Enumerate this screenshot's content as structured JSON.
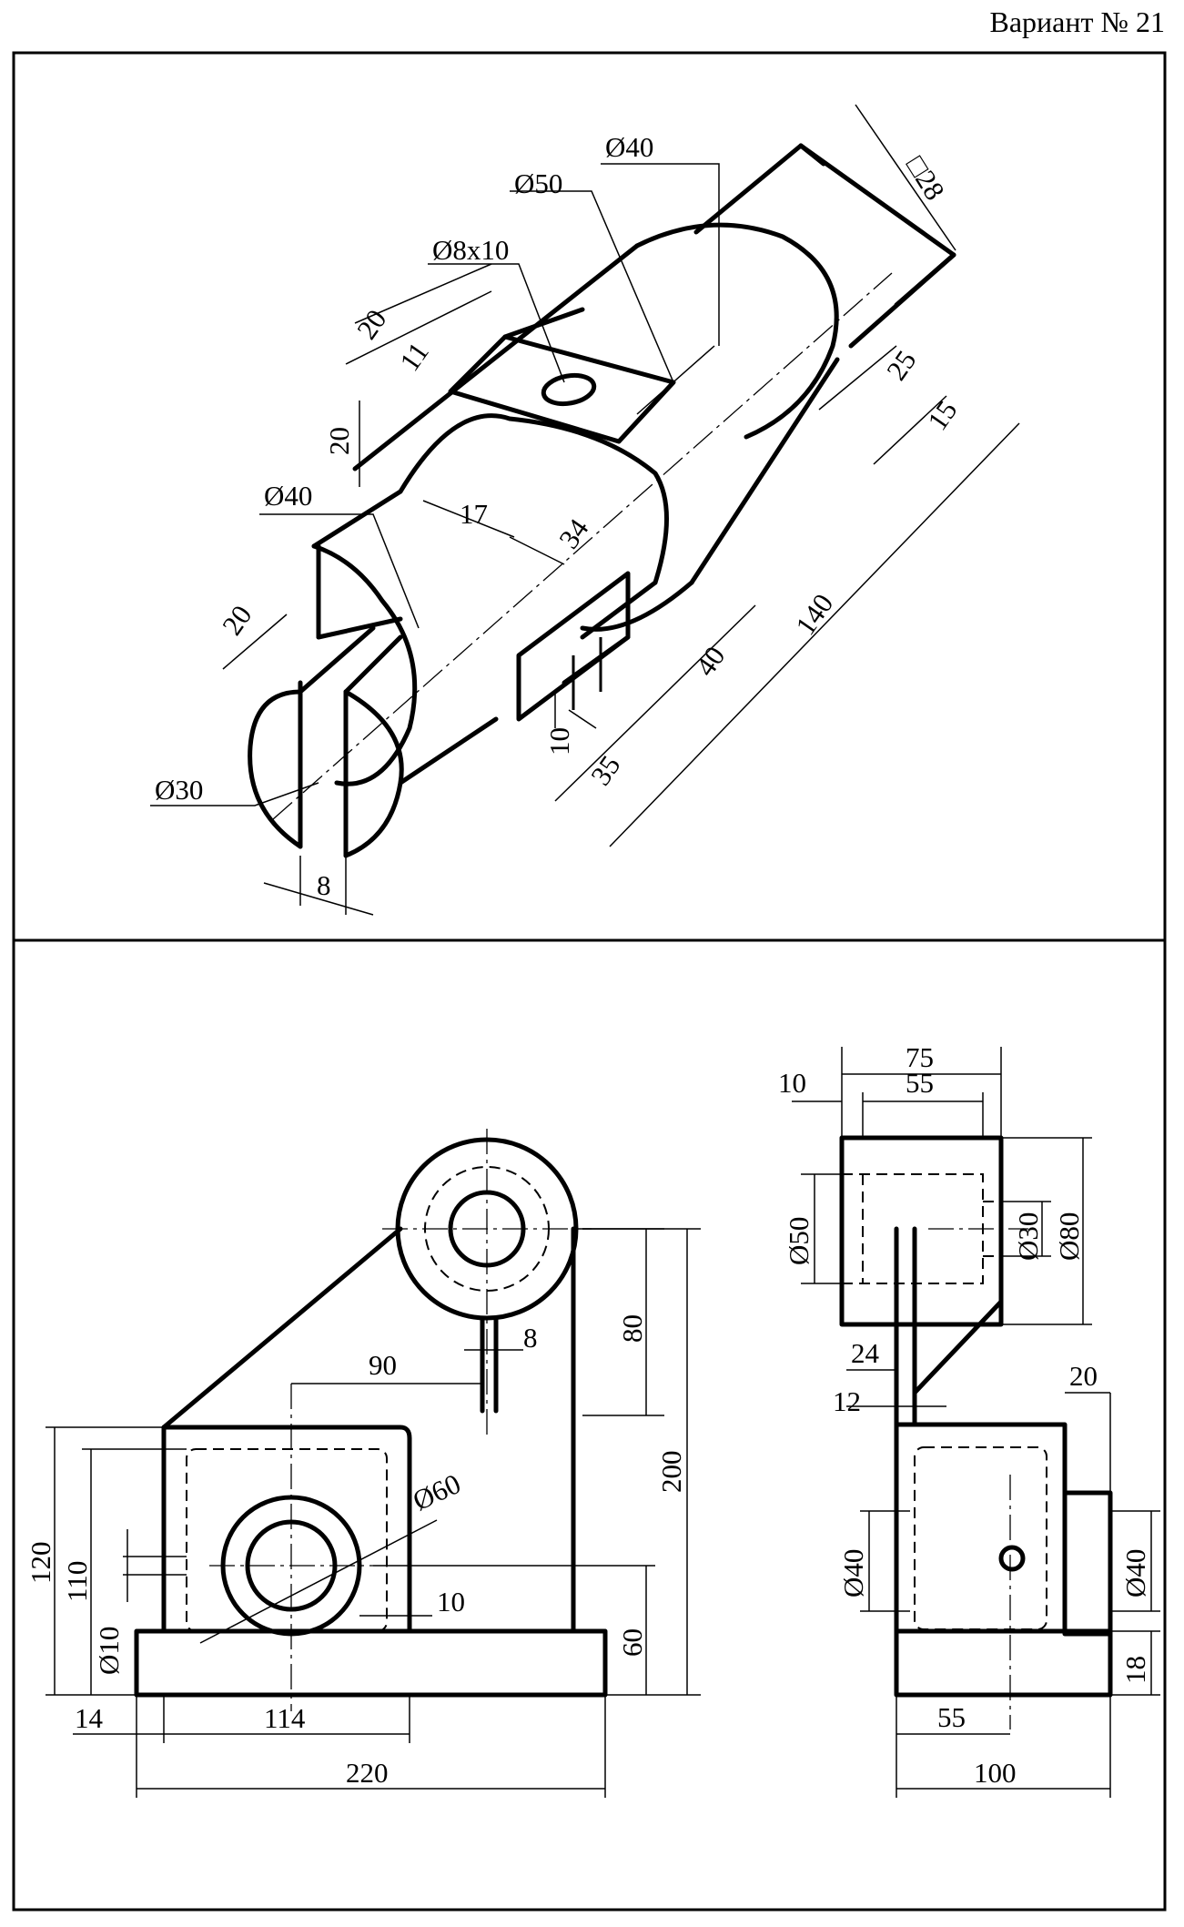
{
  "title": "Вариант № 21",
  "isometric": {
    "labels": {
      "d40_top": "Ø40",
      "sq28": "□28",
      "d50": "Ø50",
      "d8x10": "Ø8x10",
      "d40_left": "Ø40",
      "d30": "Ø30",
      "d20a": "20",
      "d11": "11",
      "d20b": "20",
      "d20c": "20",
      "d17": "17",
      "d34": "34",
      "d25": "25",
      "d15": "15",
      "d140": "140",
      "d40": "40",
      "d10": "10",
      "d35": "35",
      "d8": "8"
    }
  },
  "front_view": {
    "labels": {
      "d90": "90",
      "d8": "8",
      "d80": "80",
      "d200": "200",
      "d60dia": "Ø60",
      "d120": "120",
      "d110": "110",
      "d10dia": "Ø10",
      "d10": "10",
      "d60": "60",
      "d14": "14",
      "d114": "114",
      "d220": "220"
    }
  },
  "side_view": {
    "labels": {
      "d75": "75",
      "d10": "10",
      "d55top": "55",
      "d50dia": "Ø50",
      "d30dia": "Ø30",
      "d80dia": "Ø80",
      "d24": "24",
      "d12": "12",
      "d20": "20",
      "d40dia_l": "Ø40",
      "d40dia_r": "Ø40",
      "d18": "18",
      "d55": "55",
      "d100": "100"
    }
  }
}
